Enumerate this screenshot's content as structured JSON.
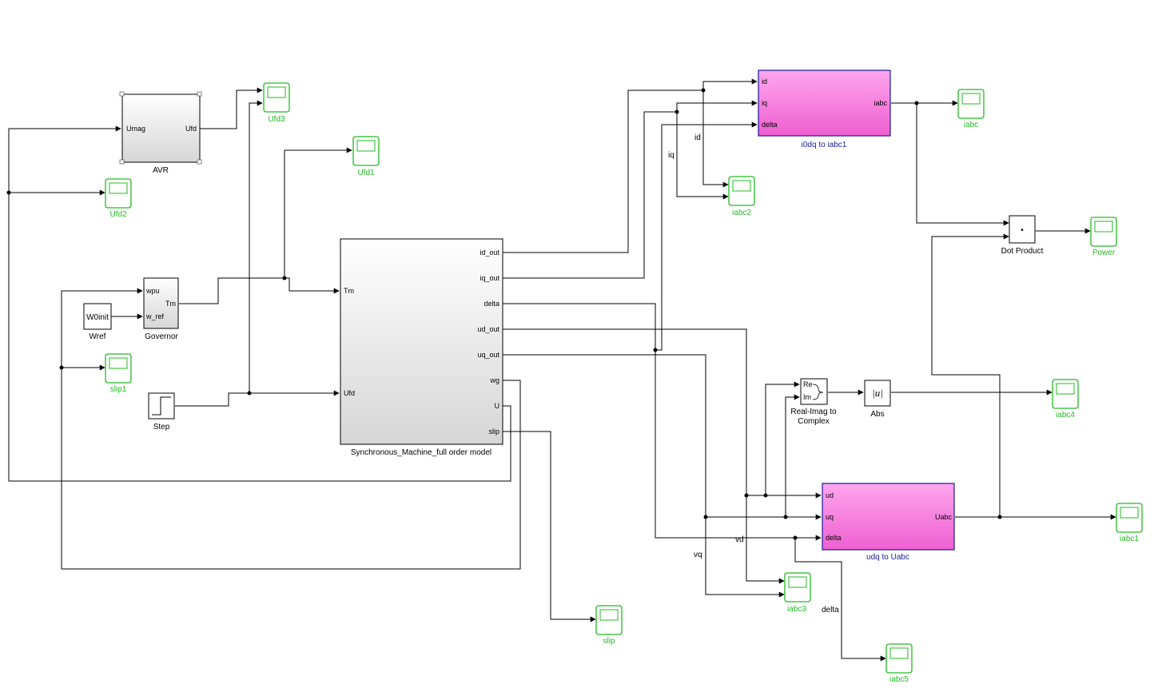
{
  "diagram": {
    "blocks": {
      "avr": {
        "name": "AVR",
        "in_ports": [
          "Umag"
        ],
        "out_ports": [
          "Ufd"
        ]
      },
      "governor": {
        "name": "Governor",
        "in_ports": [
          "wpu",
          "w_ref"
        ],
        "out_ports": [
          "Tm"
        ]
      },
      "wref": {
        "name": "Wref",
        "value": "W0init"
      },
      "step": {
        "name": "Step"
      },
      "machine": {
        "name": "Synchronous_Machine_full order model",
        "in_ports": [
          "Tm",
          "Ufd"
        ],
        "out_ports": [
          "id_out",
          "iq_out",
          "delta",
          "ud_out",
          "uq_out",
          "wg",
          "U",
          "slip"
        ]
      },
      "i0dq": {
        "name": "i0dq to iabc1",
        "in_ports": [
          "id",
          "iq",
          "delta"
        ],
        "out_ports": [
          "iabc"
        ]
      },
      "udq": {
        "name": "udq to Uabc",
        "in_ports": [
          "ud",
          "uq",
          "delta"
        ],
        "out_ports": [
          "Uabc"
        ]
      },
      "dot": {
        "name": "Dot Product",
        "symbol": "•"
      },
      "rimag": {
        "name": "Real-Imag to Complex",
        "name_lines": [
          "Real-Imag to",
          "Complex"
        ],
        "in_ports": [
          "Re",
          "Im"
        ]
      },
      "abs": {
        "name": "Abs",
        "symbol": "|u|"
      }
    },
    "scopes": {
      "ufd3": "Ufd3",
      "ufd1": "Ufd1",
      "ufd2": "Ufd2",
      "slip1": "slip1",
      "slip": "slip",
      "iabc": "iabc",
      "iabc2": "iabc2",
      "power": "Power",
      "iabc4": "iabc4",
      "iabc1": "iabc1",
      "iabc3": "iabc3",
      "iabc5": "iabc5"
    },
    "signal_labels": {
      "id": "id",
      "iq": "iq",
      "vq": "vq",
      "vd": "vd",
      "delta": "delta"
    },
    "colors": {
      "subsystem_pink": "#ff99e6",
      "subsystem_border": "#1a1a9a",
      "scope_green": "#22bb22",
      "wire": "#000000"
    }
  }
}
